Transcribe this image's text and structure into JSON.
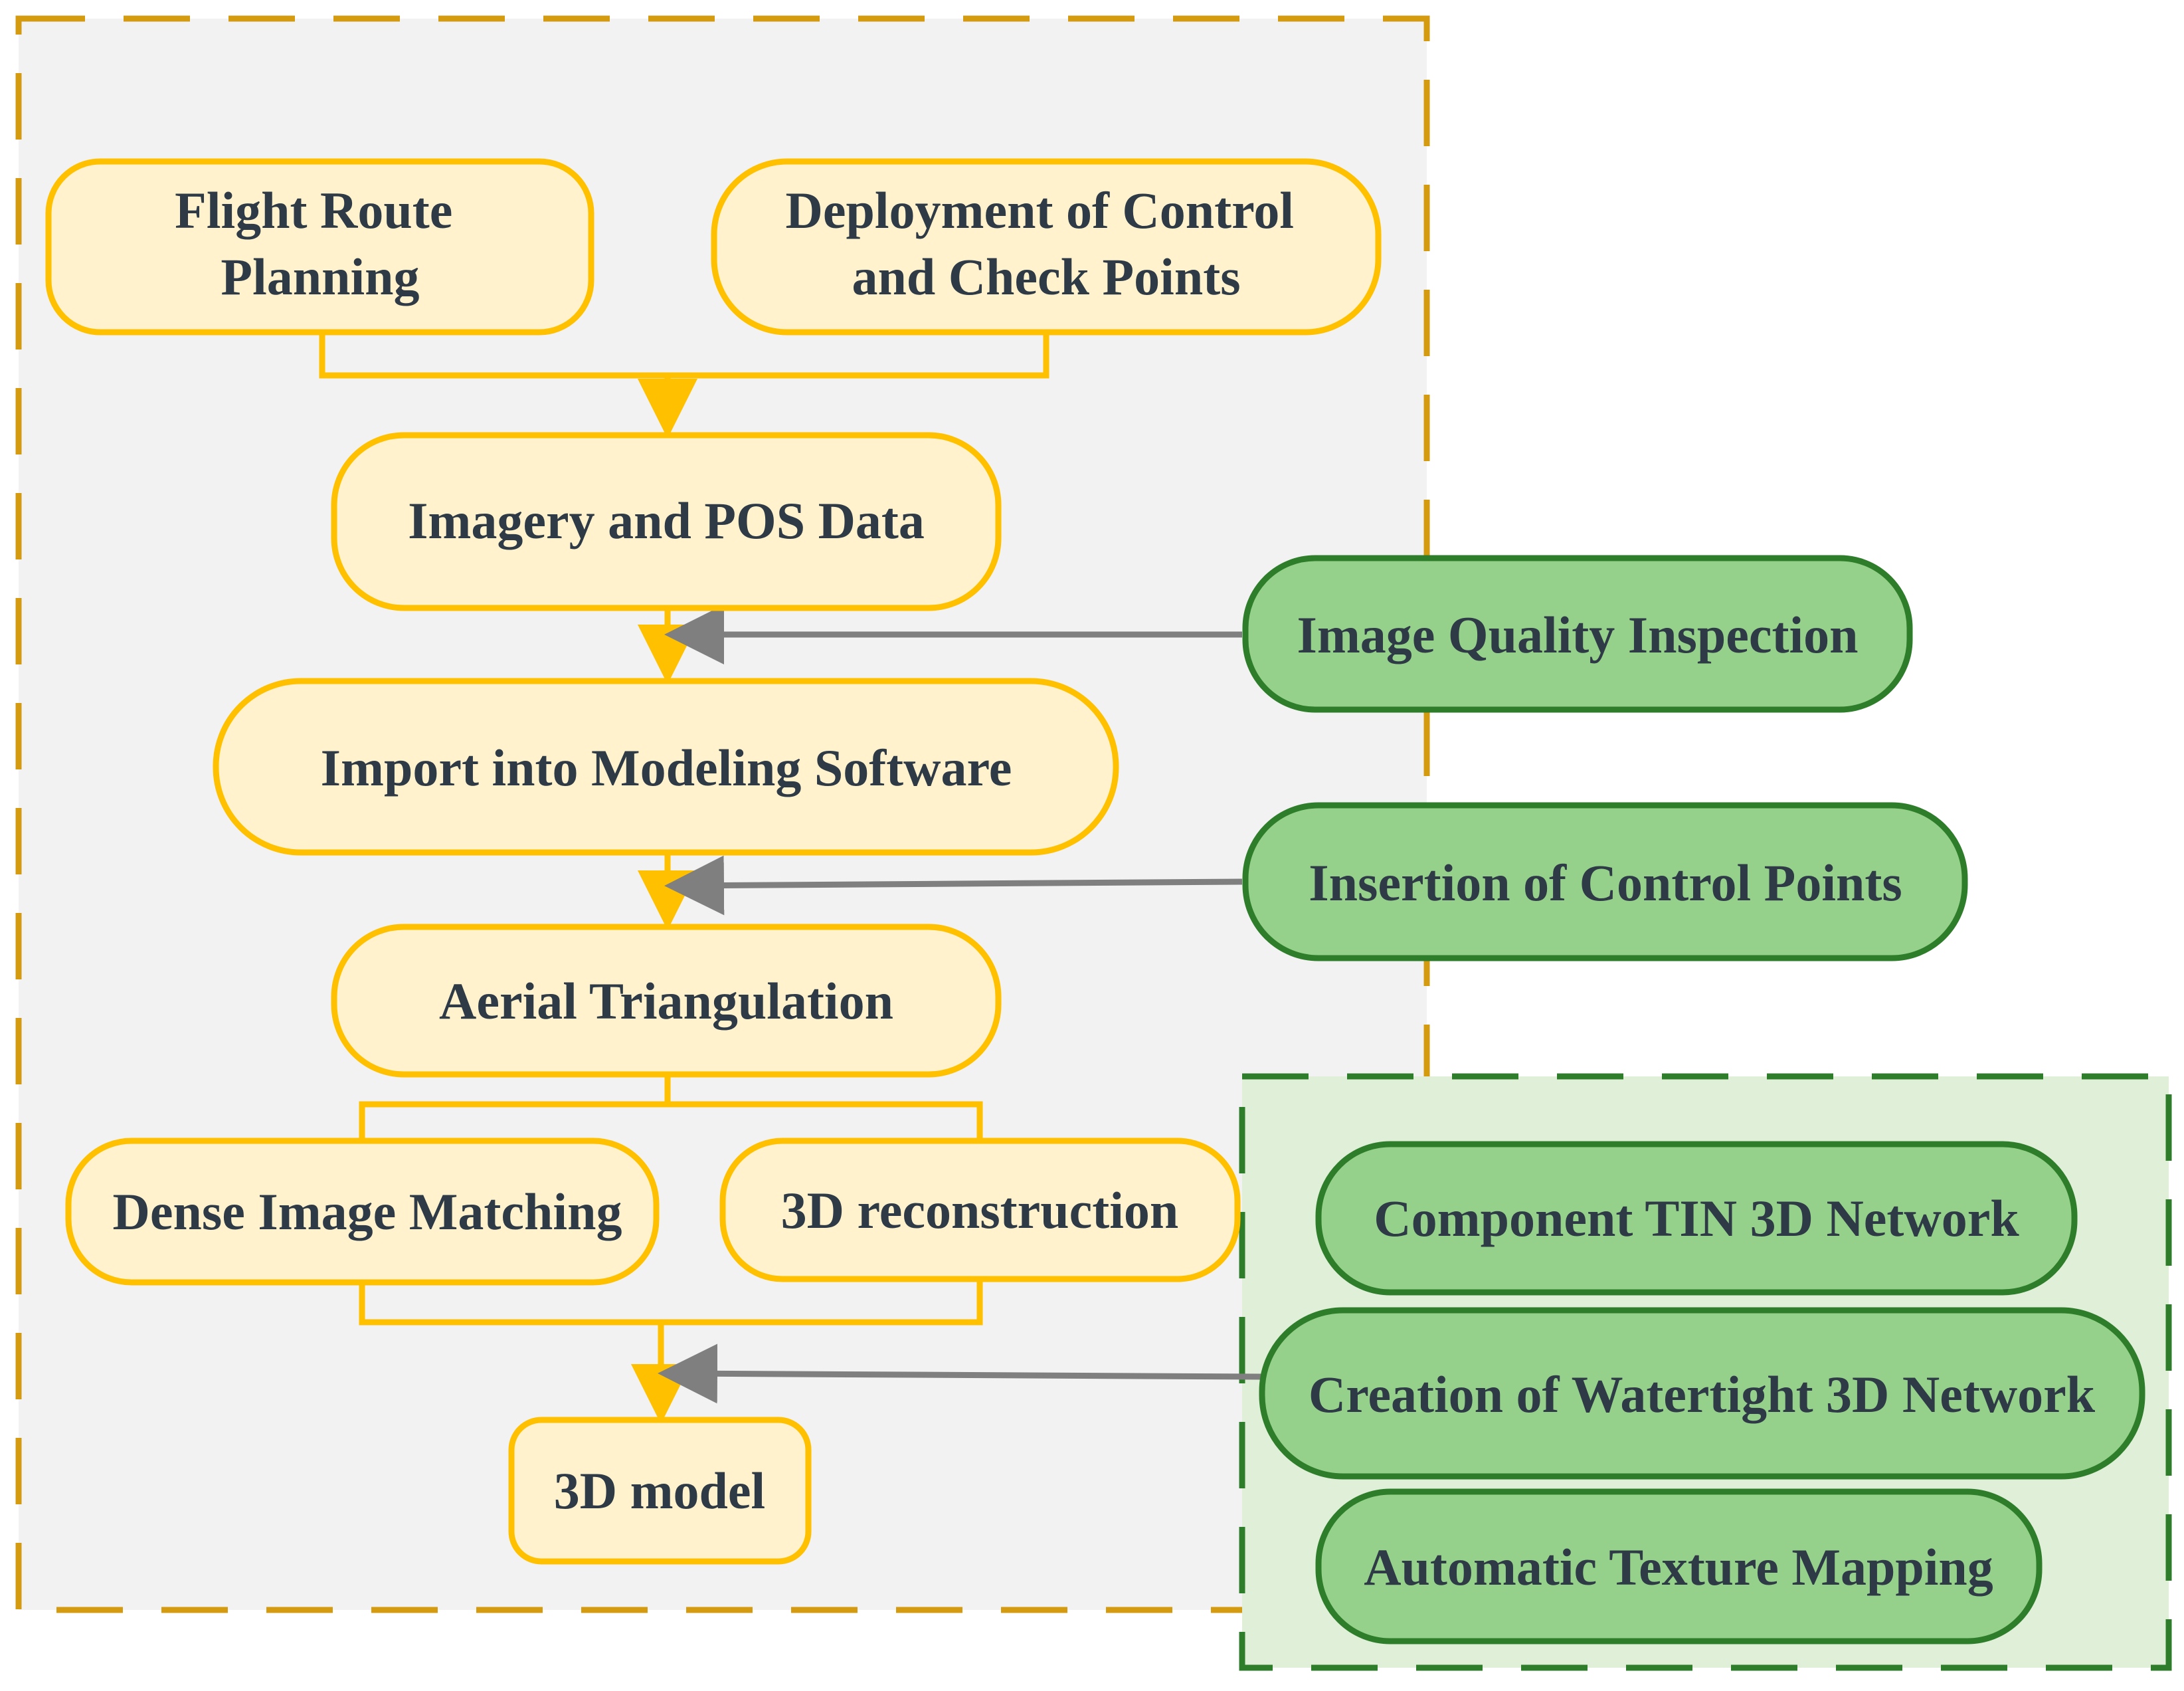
{
  "colors": {
    "left_panel_fill": "#f2f2f2",
    "left_panel_border": "#d49a10",
    "right_panel_fill": "#e0efd8",
    "right_panel_border": "#2e7d2a",
    "yellow_node_fill": "#fff2cc",
    "yellow_node_border": "#ffc000",
    "green_node_fill": "#96d18b",
    "green_node_border": "#2e7d2a",
    "gray_arrow": "#7f7f7f",
    "text": "#2e3a46"
  },
  "nodes": {
    "flight_route": [
      "Flight Route",
      "Planning"
    ],
    "deployment": [
      "Deployment of Control",
      "and Check Points"
    ],
    "imagery_pos": "Imagery and POS Data",
    "import_modeling": "Import into Modeling Software",
    "aerial_triangulation": "Aerial Triangulation",
    "dense_matching": "Dense Image Matching",
    "reconstruction": "3D reconstruction",
    "model": "3D model",
    "image_quality": "Image Quality Inspection",
    "insertion_control": "Insertion of Control Points",
    "component_tin": "Component TIN 3D Network",
    "watertight": "Creation of Watertight 3D Network",
    "texture_mapping": "Automatic Texture Mapping"
  }
}
